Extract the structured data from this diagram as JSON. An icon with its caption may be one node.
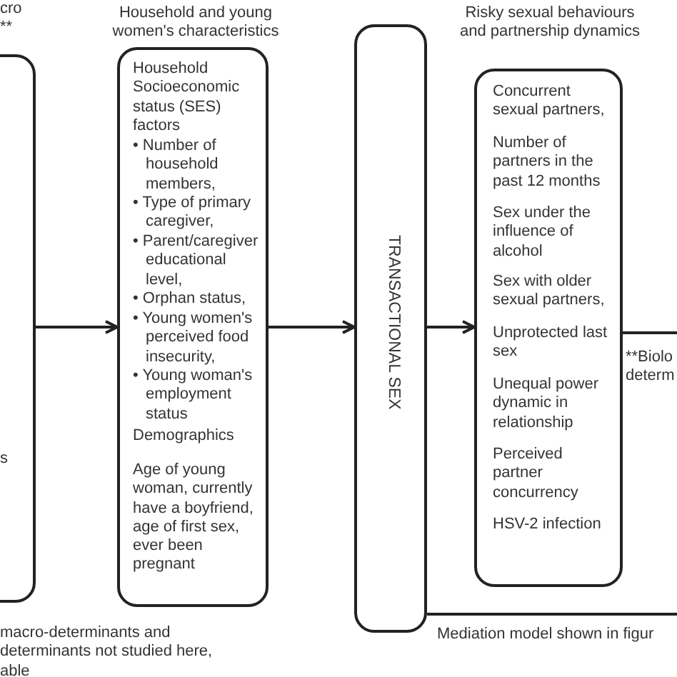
{
  "diagram": {
    "nodes": [
      {
        "text": [
          "s"
        ]
      },
      {
        "text": [
          "Household and young women's characteristics",
          "Household Socioeconomic status (SES) factors",
          "• Number of household members,",
          "• Type of primary caregiver,",
          "• Parent/caregiver educational level,",
          "• Orphan status,",
          "• Young women's perceived food insecurity,",
          "• Young woman's employment status",
          "Demographics",
          "Age of young woman, currently have a boyfriend, age of first sex, ever been pregnant"
        ]
      },
      {
        "text": [
          "TRANSACTIONAL SEX"
        ]
      },
      {
        "text": [
          "Risky sexual behaviours and partnership dynamics",
          "Concurrent sexual partners,",
          "Number of partners in the past 12 months",
          "Sex under the influence of alcohol",
          "Sex with older sexual partners,",
          "Unprotected last sex",
          "Unequal power dynamic in relationship",
          "Perceived partner concurrency",
          "HSV-2 infection"
        ]
      }
    ],
    "edges": [
      {
        "from": 0,
        "to": 1,
        "arrow": "to"
      },
      {
        "from": 1,
        "to": 2,
        "arrow": "to"
      },
      {
        "from": 2,
        "to": 3,
        "arrow": "to"
      },
      {
        "from": 3,
        "to": null,
        "arrow": "none"
      },
      {
        "from": 2,
        "to": null,
        "arrow": "none"
      }
    ],
    "labels": [
      "cro",
      "**",
      "macro-determinants and determinants not studied here, able",
      "**Biolo determ",
      "Mediation model shown in figur"
    ]
  }
}
